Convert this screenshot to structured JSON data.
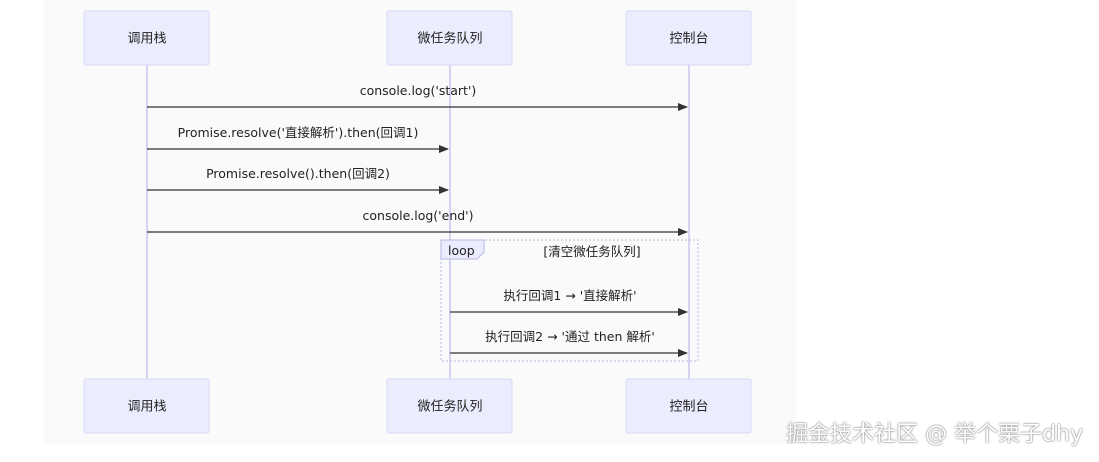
{
  "actors": [
    {
      "id": "callstack",
      "label": "调用栈"
    },
    {
      "id": "microtask",
      "label": "微任务队列"
    },
    {
      "id": "console",
      "label": "控制台"
    }
  ],
  "messages": [
    {
      "from": "callstack",
      "to": "console",
      "text": "console.log('start')"
    },
    {
      "from": "callstack",
      "to": "microtask",
      "text": "Promise.resolve('直接解析').then(回调1)"
    },
    {
      "from": "callstack",
      "to": "microtask",
      "text": "Promise.resolve().then(回调2)"
    },
    {
      "from": "callstack",
      "to": "console",
      "text": "console.log('end')"
    },
    {
      "from": "microtask",
      "to": "console",
      "text": "执行回调1 → '直接解析'"
    },
    {
      "from": "microtask",
      "to": "console",
      "text": "执行回调2 → '通过 then 解析'"
    }
  ],
  "loop": {
    "keyword": "loop",
    "condition": "[清空微任务队列]"
  },
  "watermark": "掘金技术社区 @ 举个栗子dhy",
  "colors": {
    "actor_fill": "#ececff",
    "lifeline": "#c8c8ef",
    "arrow": "#333333"
  }
}
